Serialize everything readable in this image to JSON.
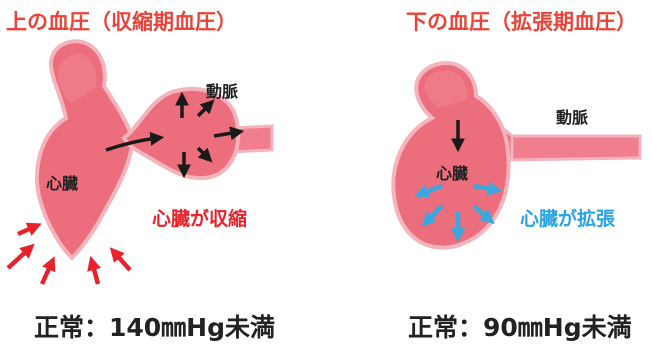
{
  "colors": {
    "title": "#e8443a",
    "organ_fill": "#ec6e7d",
    "organ_outline": "#f3b4bd",
    "artery_fill": "#f07e8c",
    "contract_arrow": "#e8222a",
    "expand_arrow": "#3aa8df",
    "contract_text": "#e8222a",
    "expand_text": "#2aa3e0"
  },
  "left": {
    "title": "上の血圧（収縮期血圧）",
    "heart_label": "心臓",
    "artery_label": "動脈",
    "state_label": "心臓が収縮",
    "normal_text": "正常：140㎜Hg未満"
  },
  "right": {
    "title": "下の血圧（拡張期血圧）",
    "heart_label": "心臓",
    "artery_label": "動脈",
    "state_label": "心臓が拡張",
    "normal_text": "正常：90㎜Hg未満"
  }
}
